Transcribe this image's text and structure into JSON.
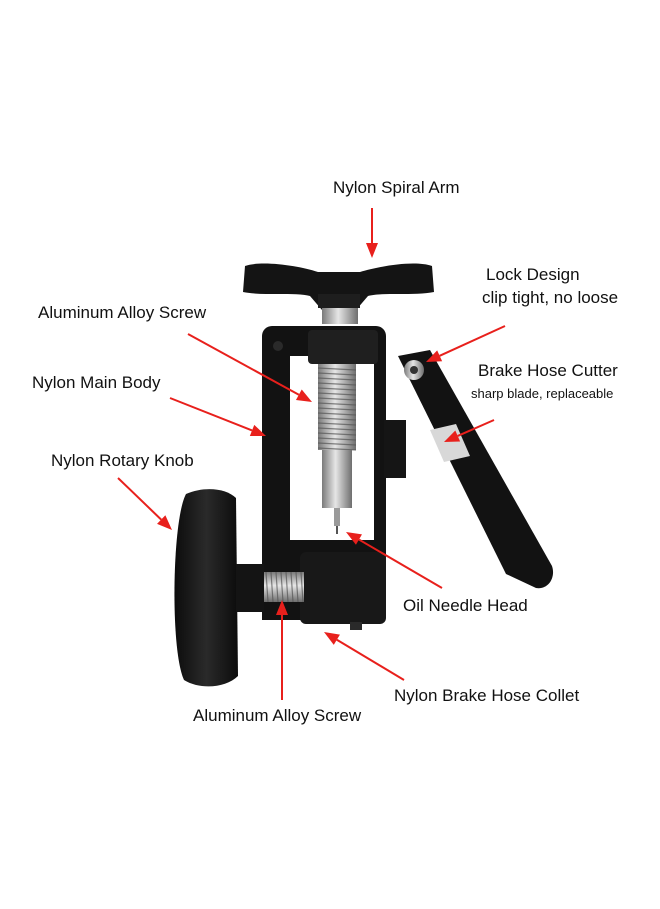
{
  "labels": {
    "spiral_arm": "Nylon Spiral Arm",
    "lock_design": "Lock Design",
    "lock_design_sub": "clip tight, no loose",
    "alloy_screw_top": "Aluminum Alloy Screw",
    "main_body": "Nylon Main Body",
    "hose_cutter": "Brake Hose Cutter",
    "hose_cutter_sub": "sharp blade, replaceable",
    "rotary_knob": "Nylon Rotary Knob",
    "needle_head": "Oil Needle Head",
    "hose_collet": "Nylon Brake Hose Collet",
    "alloy_screw_bottom": "Aluminum Alloy Screw"
  },
  "colors": {
    "arrow": "#e8201c",
    "tool_body": "#151515",
    "metal": "#b8b8b8",
    "background": "#ffffff"
  }
}
